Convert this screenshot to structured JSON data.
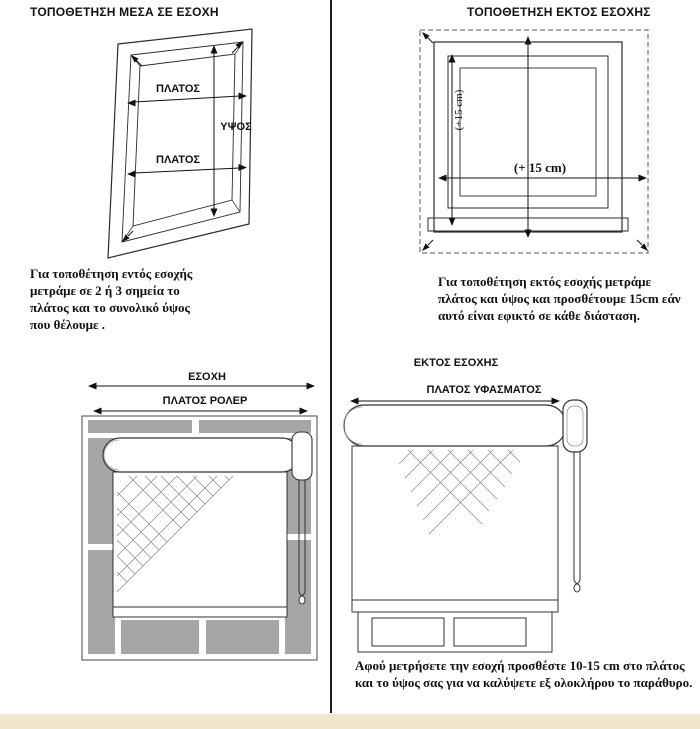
{
  "top_left": {
    "title": "ΤΟΠΟΘΕΤΗΣΗ ΜΕΣΑ ΣΕ ΕΣΟΧΗ",
    "diagram": {
      "width_label_top": "ΠΛΑΤΟΣ",
      "height_label": "ΥΨΟΣ",
      "width_label_bottom": "ΠΛΑΤΟΣ"
    },
    "caption": "Για τοποθέτηση εντός εσοχής μετράμε σε 2 ή 3 σημεία το πλάτος και το συνολικό ύψος που θέλουμε ."
  },
  "top_right": {
    "title": "ΤΟΠΟΘΕΤΗΣΗ ΕΚΤΟΣ ΕΣΟΧΗΣ",
    "diagram": {
      "height_add_label": "(+15 cm)",
      "width_add_label": "(+ 15 cm)"
    },
    "caption": "Για τοποθέτηση εκτός εσοχής μετράμε πλάτος και ύψος και προσθέτουμε 15cm εάν αυτό είναι εφικτό σε κάθε διάσταση."
  },
  "bottom_left": {
    "recess_label": "ΕΣΟΧΗ",
    "roller_width_label": "ΠΛΑΤΟΣ ΡΟΛΕΡ"
  },
  "bottom_right": {
    "outside_label": "ΕΚΤΟΣ ΕΣΟΧΗΣ",
    "fabric_width_label": "ΠΛΑΤΟΣ ΥΦΑΣΜΑΤΟΣ",
    "caption": "Αφού μετρήσετε την εσοχή προσθέστε 10-15 cm στο πλάτος και το ύψος σας για να καλύψετε εξ ολοκλήρου το παράθυρο."
  },
  "colors": {
    "wall_gray": "#a6a6a6",
    "line": "#2b2b2b",
    "footer_strip": "#f2e6cc"
  }
}
